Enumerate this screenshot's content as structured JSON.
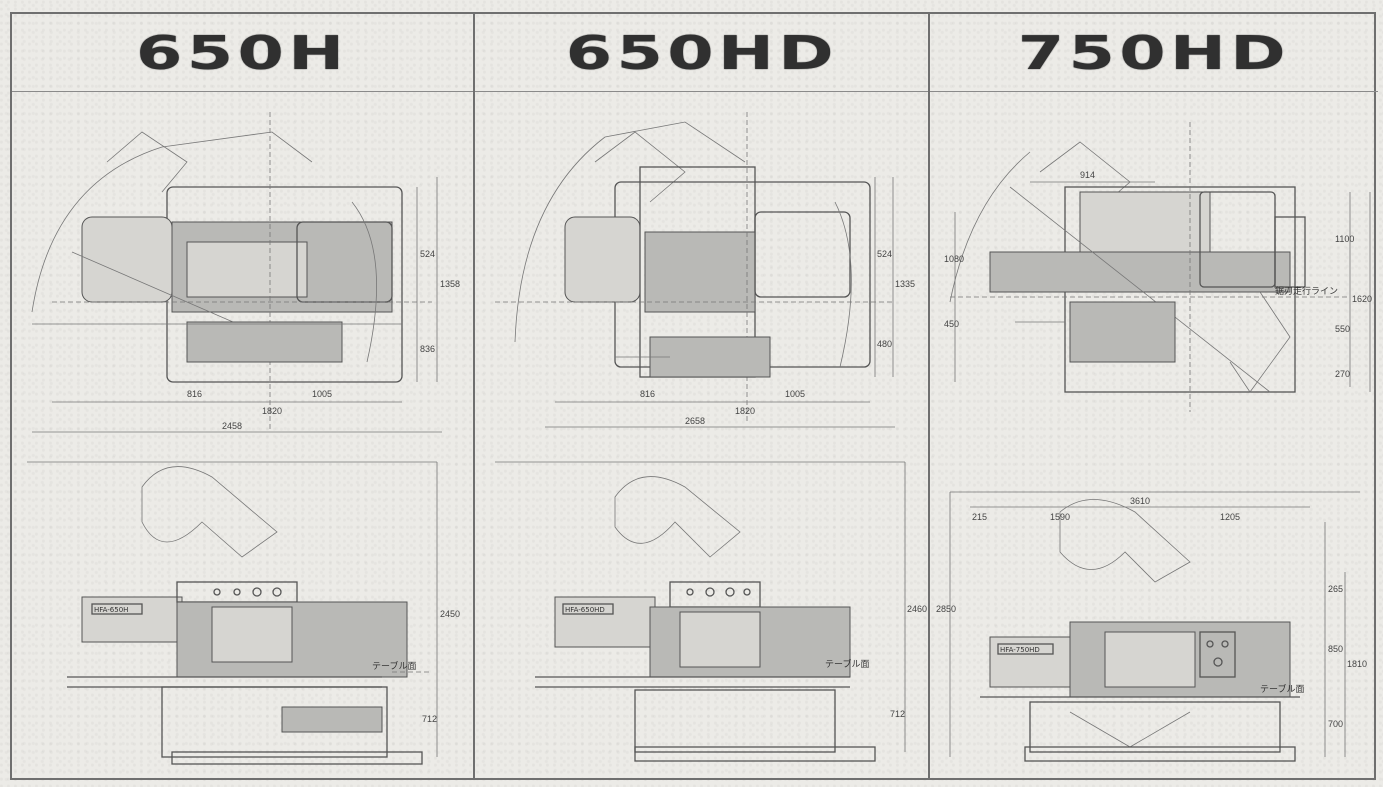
{
  "columns": [
    {
      "model": "650H",
      "top_view": {
        "dims": [
          "524",
          "1358",
          "836",
          "816",
          "1005",
          "1820",
          "2458"
        ]
      },
      "front_view": {
        "dims": [
          "2450",
          "712"
        ],
        "nameplate": "HFA-650H",
        "label_table": "テーブル面"
      }
    },
    {
      "model": "650HD",
      "top_view": {
        "dims": [
          "524",
          "1335",
          "480",
          "816",
          "1005",
          "1820",
          "2658"
        ]
      },
      "front_view": {
        "dims": [
          "2460",
          "712"
        ],
        "nameplate": "HFA-650HD",
        "label_table": "テーブル面"
      }
    },
    {
      "model": "750HD",
      "top_view": {
        "dims": [
          "914",
          "1080",
          "1100",
          "1620",
          "450",
          "550",
          "270"
        ],
        "label_line": "鋸刃走行ライン"
      },
      "front_view": {
        "dims": [
          "3610",
          "215",
          "1590",
          "1205",
          "2850",
          "265",
          "850",
          "1810",
          "700"
        ],
        "nameplate": "HFA-750HD",
        "label_table": "テーブル面"
      }
    }
  ]
}
